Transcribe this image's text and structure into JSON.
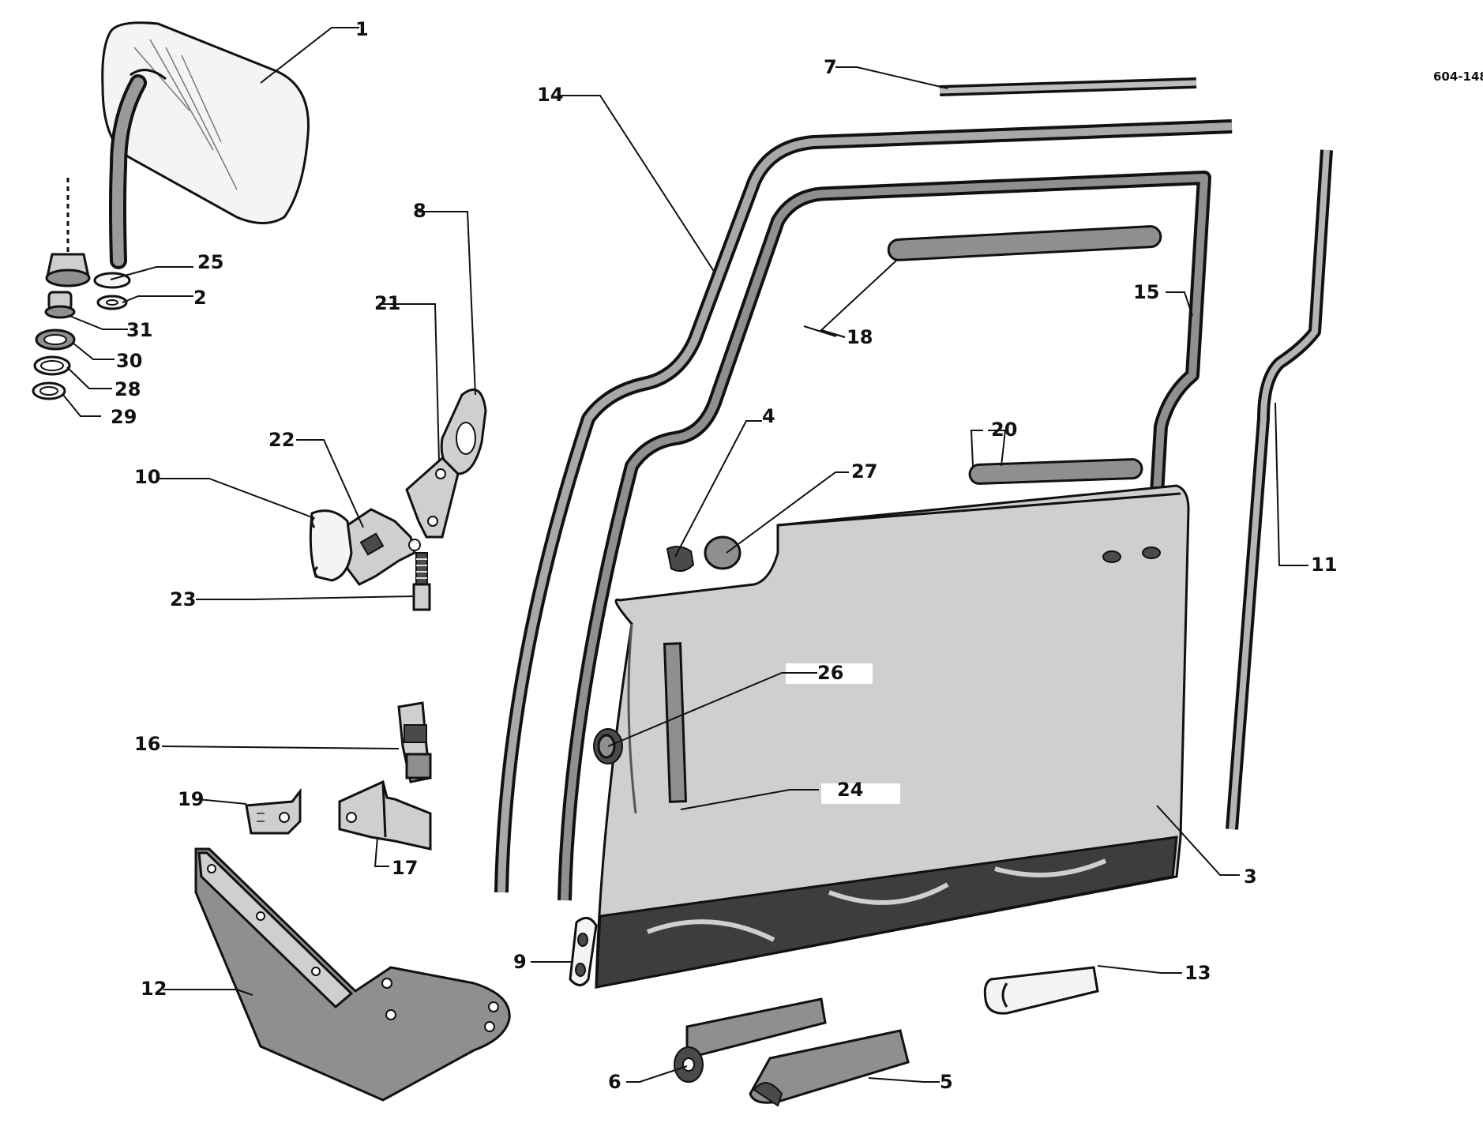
{
  "drawing_code": "604-148",
  "callouts": {
    "c1": "1",
    "c2": "2",
    "c3": "3",
    "c4": "4",
    "c5": "5",
    "c6": "6",
    "c7": "7",
    "c8": "8",
    "c9": "9",
    "c10": "10",
    "c11": "11",
    "c12": "12",
    "c13": "13",
    "c14": "14",
    "c15": "15",
    "c16": "16",
    "c17": "17",
    "c18": "18",
    "c19": "19",
    "c20": "20",
    "c21": "21",
    "c22": "22",
    "c23": "23",
    "c24": "24",
    "c25": "25",
    "c26": "26",
    "c27": "27",
    "c28": "28",
    "c29": "29",
    "c30": "30",
    "c31": "31"
  }
}
